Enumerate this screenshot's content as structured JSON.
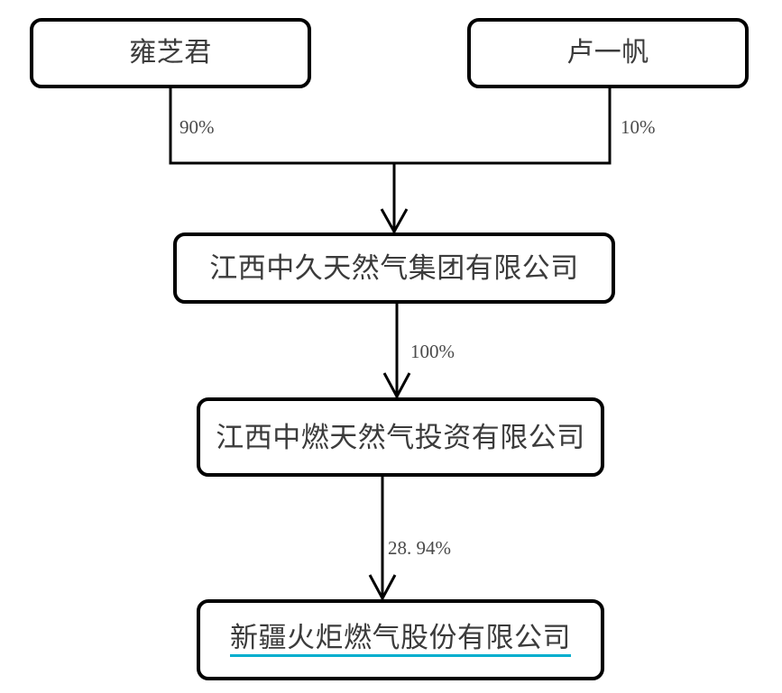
{
  "diagram": {
    "type": "ownership-structure-chart",
    "orientation": "top-down",
    "background_color": "#ffffff",
    "border_color": "#000000",
    "text_color": "#3b3b3b",
    "link_underline_color": "#00aece",
    "nodes": [
      {
        "id": "yongzhijun",
        "label": "雍芝君",
        "kind": "person",
        "level": 0
      },
      {
        "id": "luyifan",
        "label": "卢一帆",
        "kind": "person",
        "level": 0
      },
      {
        "id": "zhongjiu",
        "label": "江西中久天然气集团有限公司",
        "kind": "company",
        "level": 1
      },
      {
        "id": "zhongran",
        "label": "江西中燃天然气投资有限公司",
        "kind": "company",
        "level": 2
      },
      {
        "id": "huoju",
        "label": "新疆火炬燃气股份有限公司",
        "kind": "company",
        "level": 3,
        "is_link": true
      }
    ],
    "edges": [
      {
        "id": "edge-90",
        "from": "yongzhijun",
        "to": "zhongjiu",
        "label": "90%"
      },
      {
        "id": "edge-10",
        "from": "luyifan",
        "to": "zhongjiu",
        "label": "10%"
      },
      {
        "id": "edge-100",
        "from": "zhongjiu",
        "to": "zhongran",
        "label": "100%"
      },
      {
        "id": "edge-2894",
        "from": "zhongran",
        "to": "huoju",
        "label": "28. 94%"
      }
    ]
  }
}
